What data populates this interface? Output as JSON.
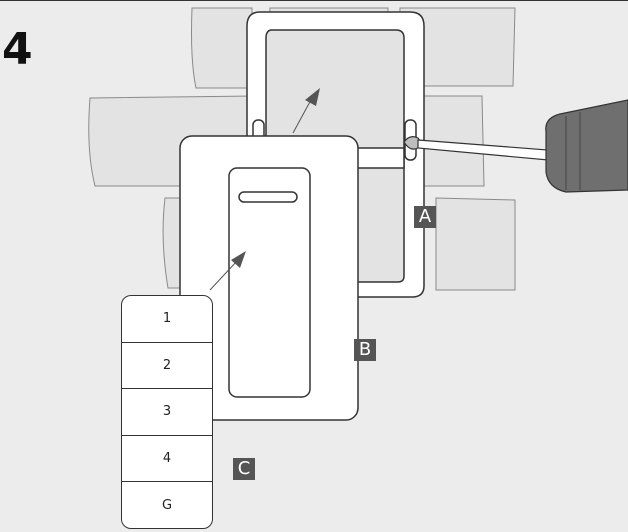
{
  "step": {
    "number": "4"
  },
  "labels": {
    "a": "A",
    "b": "B",
    "c": "C"
  },
  "keypad": {
    "keys": [
      "1",
      "2",
      "3",
      "4",
      "G"
    ]
  },
  "colors": {
    "background": "#ececec",
    "outline": "#333333",
    "plate": "#ffffff",
    "tag": "#555555",
    "drill": "#6f6f6f"
  },
  "icons": {
    "drill": "power-drill-icon",
    "screw": "screw-icon"
  }
}
